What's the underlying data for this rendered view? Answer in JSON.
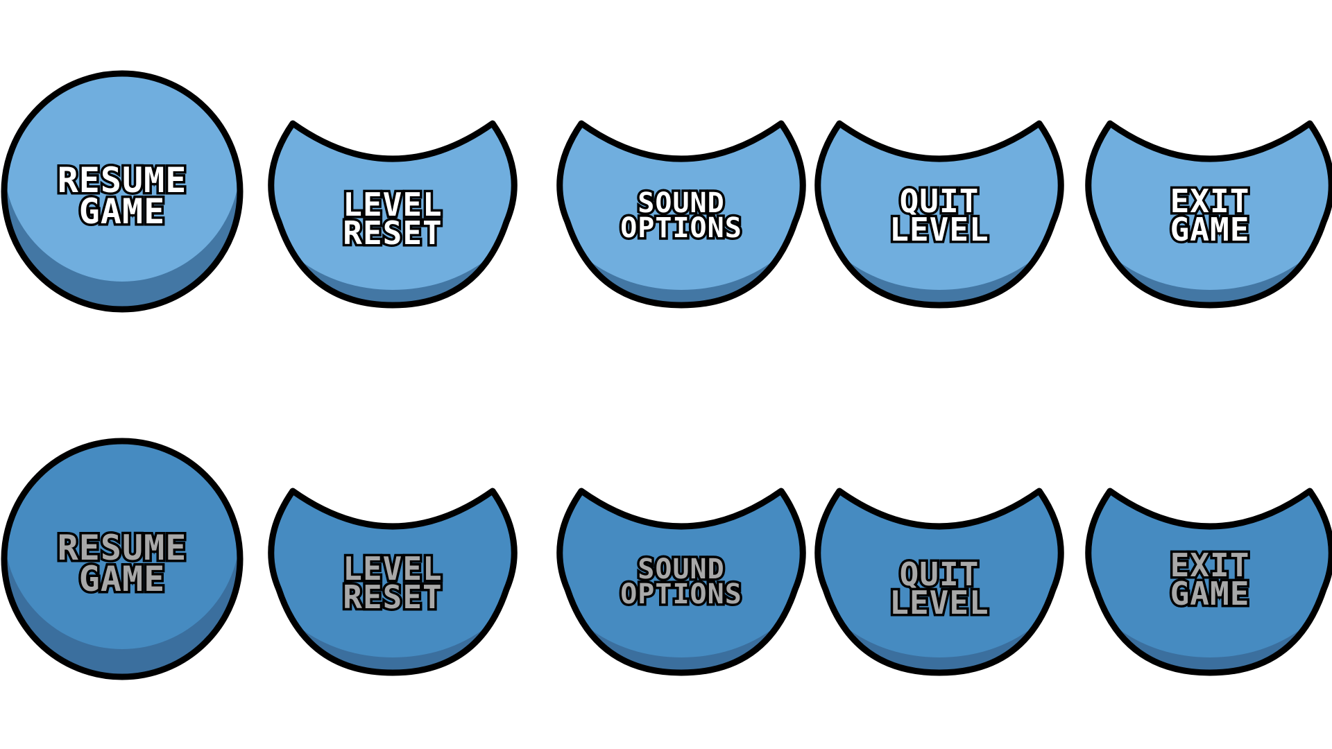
{
  "sprite_sheet": {
    "colors": {
      "normal_fill": "#70aede",
      "normal_shadow": "#4377a4",
      "pressed_fill": "#468bc1",
      "pressed_shadow": "#3b6f9e",
      "outline": "#000000",
      "normal_text": "#ffffff",
      "pressed_text": "#a8a8a8"
    },
    "rows": {
      "normal": {
        "state": "normal",
        "buttons": [
          {
            "id": "resume",
            "shape": "circle",
            "line1": "RESUME",
            "line2": "GAME"
          },
          {
            "id": "reset",
            "shape": "crescent",
            "line1": "LEVEL",
            "line2": "RESET"
          },
          {
            "id": "sound",
            "shape": "crescent",
            "line1": "SOUND",
            "line2": "OPTIONS"
          },
          {
            "id": "quit",
            "shape": "crescent",
            "line1": "QUIT",
            "line2": "LEVEL"
          },
          {
            "id": "exit",
            "shape": "crescent",
            "line1": "EXIT",
            "line2": "GAME"
          }
        ]
      },
      "pressed": {
        "state": "pressed",
        "buttons": [
          {
            "id": "resume",
            "shape": "circle",
            "line1": "RESUME",
            "line2": "GAME"
          },
          {
            "id": "reset",
            "shape": "crescent",
            "line1": "LEVEL",
            "line2": "RESET"
          },
          {
            "id": "sound",
            "shape": "crescent",
            "line1": "SOUND",
            "line2": "OPTIONS"
          },
          {
            "id": "quit",
            "shape": "crescent",
            "line1": "QUIT",
            "line2": "LEVEL"
          },
          {
            "id": "exit",
            "shape": "crescent",
            "line1": "EXIT",
            "line2": "GAME"
          }
        ]
      }
    }
  }
}
